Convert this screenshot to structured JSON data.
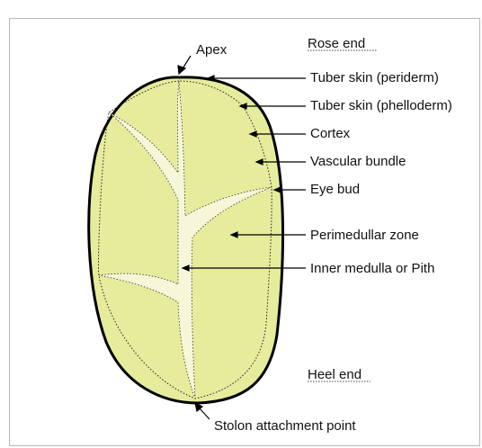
{
  "labels": {
    "apex": "Apex",
    "rose_end": "Rose end",
    "periderm": "Tuber skin (periderm)",
    "phelloderm": "Tuber skin (phelloderm)",
    "cortex": "Cortex",
    "vascular_bundle": "Vascular bundle",
    "eye_bud": "Eye bud",
    "perimedullar": "Perimedullar zone",
    "pith": "Inner medulla or Pith",
    "heel_end": "Heel end",
    "stolon": "Stolon attachment point"
  },
  "colors": {
    "tuber_fill": "#e6ec9c",
    "pith_fill": "#f6f7d8",
    "outline": "#000000"
  }
}
